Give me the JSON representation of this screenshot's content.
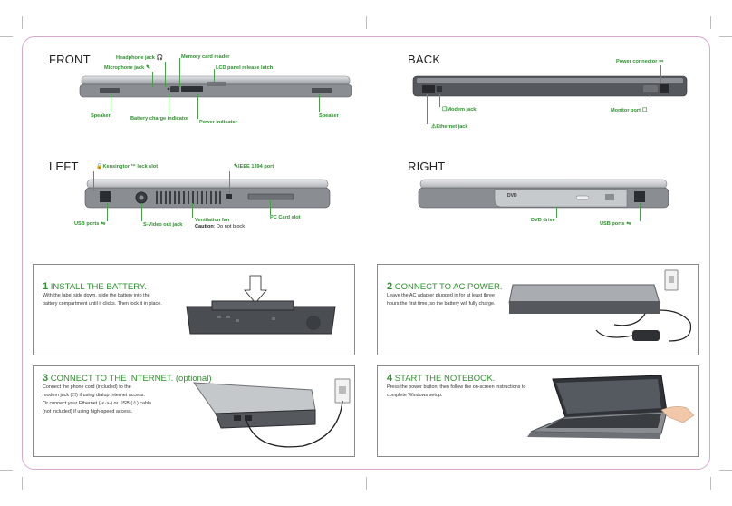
{
  "views": {
    "front": {
      "title": "FRONT",
      "labels": {
        "headphone": "Headphone jack",
        "microphone": "Microphone jack",
        "memory_card": "Memory card reader",
        "lcd_latch": "LCD panel release latch",
        "speaker_left": "Speaker",
        "battery_indicator": "Battery charge indicator",
        "power_indicator": "Power indicator",
        "speaker_right": "Speaker"
      }
    },
    "back": {
      "title": "BACK",
      "labels": {
        "power_connector": "Power connector",
        "modem": "Modem jack",
        "ethernet": "Ethernet jack",
        "monitor": "Monitor port"
      }
    },
    "left": {
      "title": "LEFT",
      "labels": {
        "kensington": "Kensington™ lock slot",
        "ieee": "IEEE 1394 port",
        "usb": "USB ports",
        "svideo": "S-Video out jack",
        "vent": "Ventilation fan",
        "caution_label": "Caution",
        "caution_text": ": Do not block",
        "pccard": "PC Card slot"
      }
    },
    "right": {
      "title": "RIGHT",
      "labels": {
        "dvd": "DVD drive",
        "usb": "USB ports"
      },
      "dvd_logo": "DVD"
    }
  },
  "steps": [
    {
      "number": "1",
      "title": "INSTALL THE BATTERY.",
      "lines": [
        "With the label side down, slide the battery into the",
        "battery compartment until it clicks. Then lock it in place."
      ]
    },
    {
      "number": "2",
      "title": "CONNECT TO AC POWER.",
      "lines": [
        "Leave the AC adapter plugged in for at least three",
        "hours the first time, so the battery will fully charge."
      ]
    },
    {
      "number": "3",
      "title": "CONNECT TO THE INTERNET. (optional)",
      "lines": [
        "Connect the phone cord (included) to the",
        "modem jack (☐) if using dialup Internet access.",
        "Or connect your Ethernet (-<·>-) or USB (⚠) cable",
        "(not included) if using high-speed access."
      ]
    },
    {
      "number": "4",
      "title": "START THE NOTEBOOK.",
      "lines": [
        "Press the power button, then follow the on-screen instructions to",
        "complete Windows setup."
      ]
    }
  ],
  "colors": {
    "accent_green": "#2f8f2f",
    "frame_pink": "#d8a9cc",
    "laptop_silver": "#b9bcc0",
    "laptop_dark": "#3a3d42"
  }
}
